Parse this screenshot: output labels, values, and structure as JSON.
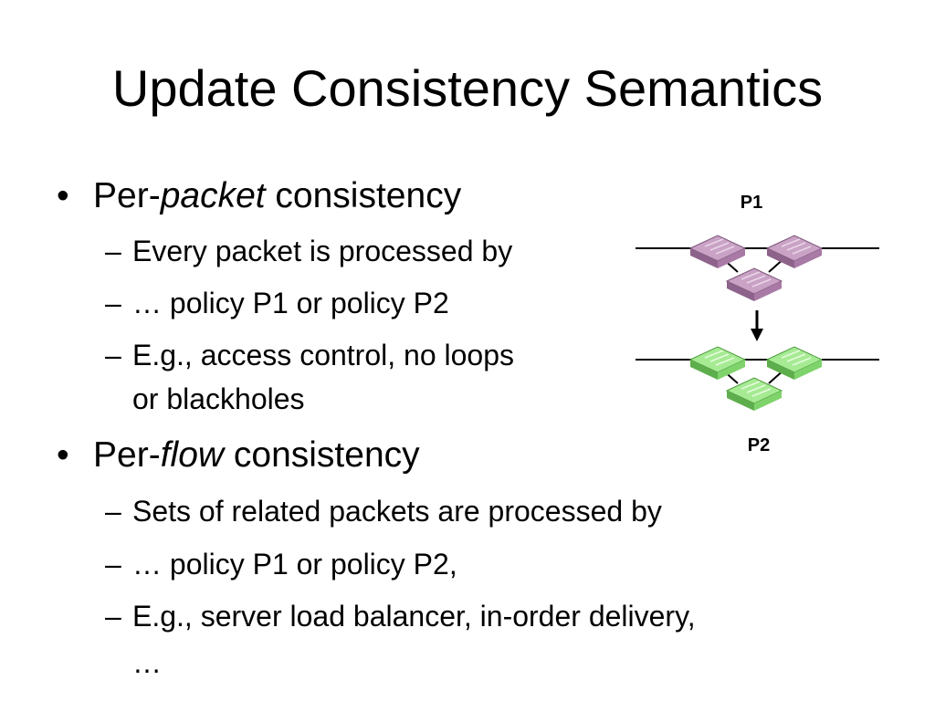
{
  "slide": {
    "title": "Update Consistency Semantics",
    "bullets": [
      {
        "prefix": "Per-",
        "emph": "packet",
        "suffix": " consistency",
        "subs": [
          "Every packet is processed by",
          "… policy P1 or policy P2",
          "E.g., access control, no loops",
          "or blackholes"
        ]
      },
      {
        "prefix": "Per-",
        "emph": "flow",
        "suffix": " consistency",
        "subs": [
          "Sets of related packets are processed by",
          "… policy P1 or policy P2,",
          "E.g., server load balancer, in-order delivery,",
          "…"
        ]
      }
    ],
    "bullet_glyph": "•",
    "dash_glyph": "–"
  },
  "diagram": {
    "top_label": "P1",
    "bottom_label": "P2",
    "colors": {
      "p1_switch": "#a97aa6",
      "p1_switch_edge": "#7a5478",
      "p2_switch": "#7fd36b",
      "p2_switch_edge": "#4e9a3e",
      "link": "#000000"
    }
  }
}
